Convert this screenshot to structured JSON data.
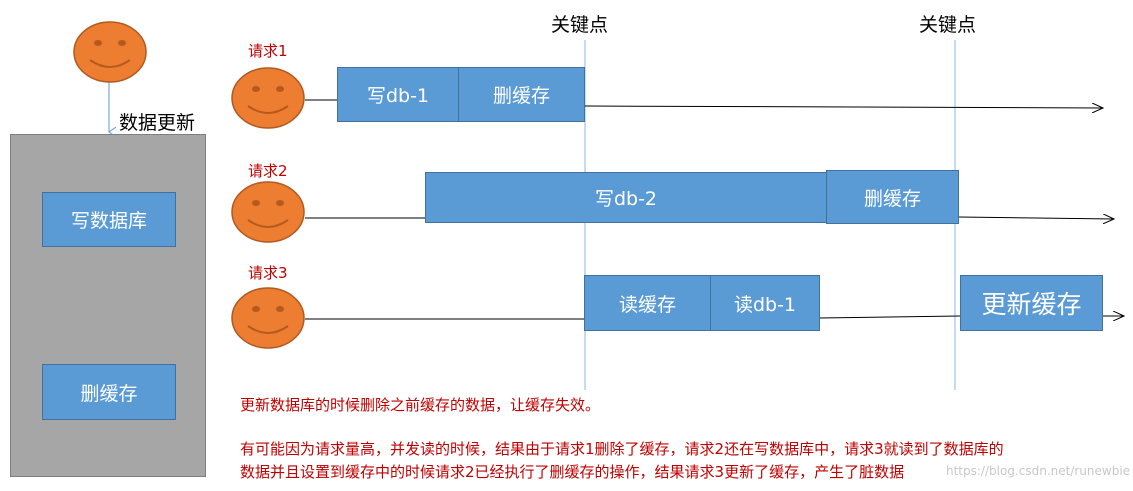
{
  "db_panel": {
    "top_label": "数据更新",
    "write_box": "写数据库",
    "delete_box": "删缓存"
  },
  "key_points": [
    "关键点",
    "关键点"
  ],
  "requests": [
    {
      "label": "请求1",
      "steps": [
        "写db-1",
        "删缓存"
      ]
    },
    {
      "label": "请求2",
      "steps": [
        "写db-2",
        "删缓存"
      ]
    },
    {
      "label": "请求3",
      "steps": [
        "读缓存",
        "读db-1",
        "更新缓存"
      ]
    }
  ],
  "notes": {
    "line1": "更新数据库的时候删除之前缓存的数据，让缓存失效。",
    "line2": "有可能因为请求量高，并发读的时候，结果由于请求1删除了缓存，请求2还在写数据库中，请求3就读到了数据库的",
    "line3": "数据并且设置到缓存中的时候请求2已经执行了删缓存的操作，结果请求3更新了缓存，产生了脏数据"
  },
  "watermark": "https://blog.csdn.net/runewbie",
  "colors": {
    "box_fill": "#5b9bd5",
    "face_fill": "#ed7d31",
    "note_text": "#c00000",
    "panel_fill": "#a6a6a6",
    "key_line": "#9dc3e6"
  }
}
